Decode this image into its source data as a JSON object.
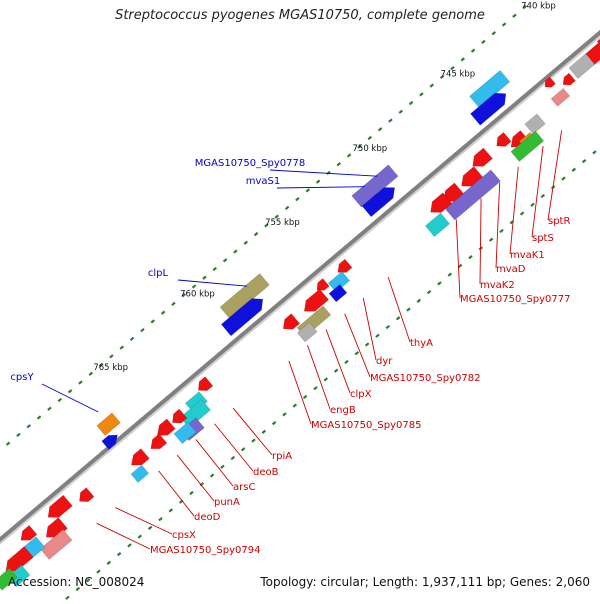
{
  "header": {
    "title": "Streptococcus pyogenes MGAS10750, complete genome"
  },
  "footer": {
    "accession": "Accession: NC_008024",
    "summary": "Topology: circular; Length: 1,937,111 bp; Genes: 2,060"
  },
  "colors": {
    "backbone": "#808080",
    "tick": "#2e7d2e",
    "forward_label": "#0000cc",
    "reverse_label": "#cc0000",
    "gene_red": "#ee1111",
    "gene_blue": "#1010dd",
    "gene_lightblue": "#33bbee",
    "gene_cyan": "#22cccc",
    "gene_purple": "#7766cc",
    "gene_olive": "#aaa060",
    "gene_grey": "#b0b0b0",
    "gene_green": "#33bb33",
    "gene_orange": "#ee8811",
    "gene_pink": "#e88888"
  },
  "scale_labels": [
    {
      "text": "740 kbp",
      "pos": 0.055
    },
    {
      "text": "745 kbp",
      "pos": 0.185
    },
    {
      "text": "750 kbp",
      "pos": 0.327
    },
    {
      "text": "755 kbp",
      "pos": 0.468
    },
    {
      "text": "760 kbp",
      "pos": 0.605
    },
    {
      "text": "765 kbp",
      "pos": 0.745
    }
  ],
  "forward_genes_label": [
    {
      "text": "MGAS10750_Spy0778",
      "anchor": 0.34
    },
    {
      "text": "mvaS1",
      "anchor": 0.36
    },
    {
      "text": "clpL",
      "anchor": 0.55
    },
    {
      "text": "cpsY",
      "anchor": 0.79
    }
  ],
  "reverse_genes_label": [
    {
      "text": "sptR",
      "anchor": 0.13
    },
    {
      "text": "sptS",
      "anchor": 0.16
    },
    {
      "text": "mvaK1",
      "anchor": 0.2
    },
    {
      "text": "mvaD",
      "anchor": 0.23
    },
    {
      "text": "mvaK2",
      "anchor": 0.26
    },
    {
      "text": "MGAS10750_Spy0777",
      "anchor": 0.3
    },
    {
      "text": "thyA",
      "anchor": 0.41
    },
    {
      "text": "dyr",
      "anchor": 0.45
    },
    {
      "text": "MGAS10750_Spy0782",
      "anchor": 0.48
    },
    {
      "text": "clpX",
      "anchor": 0.51
    },
    {
      "text": "engB",
      "anchor": 0.54
    },
    {
      "text": "MGAS10750_Spy0785",
      "anchor": 0.57
    },
    {
      "text": "rpiA",
      "anchor": 0.66
    },
    {
      "text": "deoB",
      "anchor": 0.69
    },
    {
      "text": "arsC",
      "anchor": 0.72
    },
    {
      "text": "punA",
      "anchor": 0.75
    },
    {
      "text": "deoD",
      "anchor": 0.78
    },
    {
      "text": "cpsX",
      "anchor": 0.85
    },
    {
      "text": "MGAS10750_Spy0794",
      "anchor": 0.88
    }
  ]
}
